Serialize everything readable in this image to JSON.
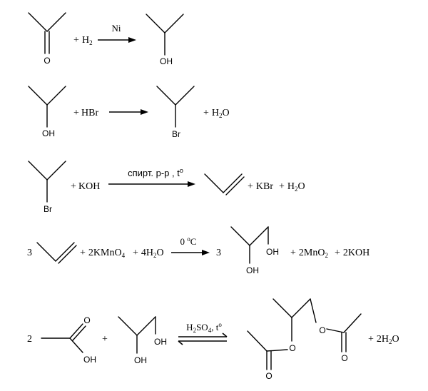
{
  "reactions": [
    {
      "reactant1_atoms": {
        "O": "O"
      },
      "plus_reagent": {
        "plus": "+",
        "formula": "H",
        "sub": "2"
      },
      "condition": "Ni",
      "product_atoms": {
        "OH": "OH"
      }
    },
    {
      "reactant1_atoms": {
        "OH": "OH"
      },
      "plus_reagent": {
        "plus": "+",
        "formula": "HBr"
      },
      "product_atoms": {
        "Br": "Br"
      },
      "byproduct": {
        "plus": "+",
        "pre": "H",
        "sub": "2",
        "post": "O"
      }
    },
    {
      "reactant1_atoms": {
        "Br": "Br"
      },
      "plus_reagent": {
        "plus": "+",
        "formula": "KOH"
      },
      "condition": {
        "text": "спирт. р-р , t",
        "sup": "o"
      },
      "byproduct_1": {
        "plus": "+",
        "formula": "KBr"
      },
      "byproduct_2": {
        "plus": "+",
        "pre": "H",
        "sub": "2",
        "post": "O"
      }
    },
    {
      "coef_reactant": "3",
      "reagent_1": {
        "plus": "+",
        "pre": "2KMnO",
        "sub": "4"
      },
      "reagent_2": {
        "plus": "+",
        "pre": "4H",
        "sub": "2",
        "post": "O"
      },
      "condition": {
        "pre": "0 ",
        "sup": "o",
        "post": "C"
      },
      "coef_product": "3",
      "product_atoms": {
        "OH_top": "OH",
        "OH_bottom": "OH"
      },
      "byproduct_1": {
        "plus": "+",
        "pre": "2MnO",
        "sub": "2"
      },
      "byproduct_2": {
        "plus": "+",
        "formula": "2KOH"
      }
    },
    {
      "coef_acid": "2",
      "acid_atoms": {
        "O": "O",
        "OH": "OH"
      },
      "plus": "+",
      "diol_atoms": {
        "OH_right": "OH",
        "OH_bottom": "OH"
      },
      "condition": {
        "pre": "H",
        "sub": "2",
        "mid": "SO",
        "sub2": "4",
        "post": ", t",
        "sup": "o"
      },
      "product_atoms": {
        "O_ester1": "O",
        "O_carbonyl1": "O",
        "O_ester2": "O",
        "O_carbonyl2": "O"
      },
      "byproduct": {
        "plus": "+",
        "pre": "2H",
        "sub": "2",
        "post": "O"
      }
    }
  ]
}
